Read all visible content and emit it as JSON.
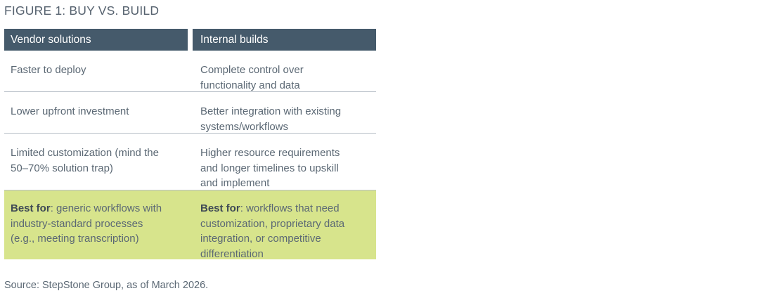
{
  "figure": {
    "title": "FIGURE 1: BUY VS. BUILD",
    "source_note": "Source: StepStone Group, as of March 2026."
  },
  "colors": {
    "header_background": "#455a6b",
    "header_text": "#ffffff",
    "body_text": "#5b6874",
    "title_text": "#55616e",
    "divider": "#b7bec7",
    "highlight_row_background": "#d7e48c",
    "page_background": "#ffffff"
  },
  "table": {
    "columns": [
      {
        "label": "Vendor solutions"
      },
      {
        "label": "Internal builds"
      }
    ],
    "rows": [
      {
        "highlight": false,
        "cells": [
          {
            "lines": [
              "Faster to deploy"
            ]
          },
          {
            "lines": [
              "Complete control over",
              "functionality and data"
            ]
          }
        ]
      },
      {
        "highlight": false,
        "cells": [
          {
            "lines": [
              "Lower upfront investment"
            ]
          },
          {
            "lines": [
              "Better integration with existing",
              "systems/workflows"
            ]
          }
        ]
      },
      {
        "highlight": false,
        "cells": [
          {
            "lines": [
              "Limited customization (mind the",
              "50–70% solution trap)"
            ]
          },
          {
            "lines": [
              "Higher resource requirements",
              "and longer timelines to upskill",
              "and implement"
            ]
          }
        ]
      },
      {
        "highlight": true,
        "cells": [
          {
            "bold_lead": "Best for",
            "lines": [
              ": generic workflows with",
              "industry-standard processes",
              "(e.g., meeting transcription)"
            ]
          },
          {
            "bold_lead": "Best for",
            "lines": [
              ": workflows that need",
              "customization, proprietary data",
              "integration, or competitive",
              "differentiation"
            ]
          }
        ]
      }
    ]
  }
}
